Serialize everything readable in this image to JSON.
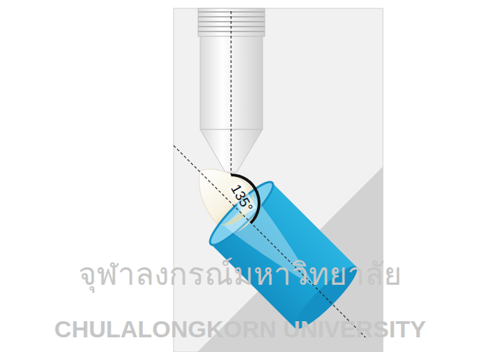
{
  "diagram": {
    "labels": [
      "135°",
      "จุฬาลงกรณ์มหาวิทยาลัย",
      "CHULALONGKORN UNIVERSITY"
    ]
  }
}
